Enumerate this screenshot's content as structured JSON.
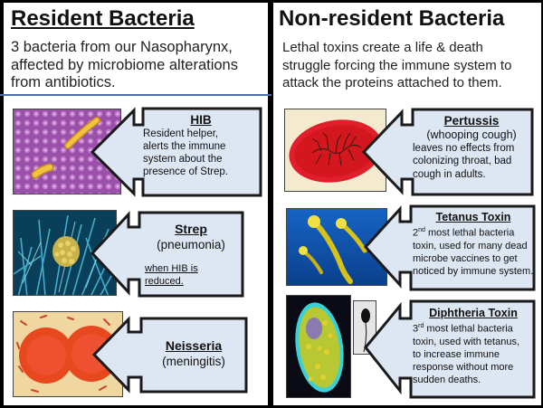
{
  "left": {
    "title": "Resident Bacteria",
    "subtitle_lines": [
      "3 bacteria from our Nasopharynx,",
      "affected by microbiome alterations",
      "from antibiotics."
    ],
    "items": [
      {
        "name": "HIB",
        "lines": [
          "Resident helper,",
          "alerts the immune",
          "system about the",
          "presence of Strep."
        ]
      },
      {
        "name": "Strep",
        "lines": [
          "(pneumonia)"
        ],
        "note_lines": [
          "when HIB is",
          "reduced."
        ]
      },
      {
        "name": "Neisseria",
        "lines": [
          "(meningitis)"
        ]
      }
    ]
  },
  "right": {
    "title": "Non-resident Bacteria",
    "subtitle_lines": [
      "Lethal toxins create a life & death",
      "struggle forcing the immune system to",
      "attack the proteins attached to them."
    ],
    "items": [
      {
        "name": "Pertussis",
        "lines": [
          "(whooping cough)",
          "leaves no effects from",
          "colonizing throat, bad",
          "cough in adults."
        ]
      },
      {
        "name": "Tetanus Toxin",
        "sup": "nd",
        "rank": "2",
        "lines": [
          " most lethal bacteria",
          "toxin, used for many dead",
          "microbe vaccines to get",
          "noticed by immune system."
        ]
      },
      {
        "name": "Diphtheria Toxin",
        "sup": "rd",
        "rank": "3",
        "lines": [
          " most lethal bacteria",
          "toxin, used with tetanus,",
          "to increase immune",
          "response without more",
          "sudden deaths."
        ]
      }
    ]
  },
  "colors": {
    "box_fill": "#dde6f3",
    "box_stroke": "#1a1a1a",
    "rule": "#4a6ea8"
  }
}
